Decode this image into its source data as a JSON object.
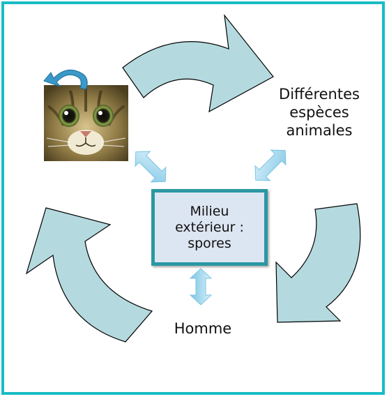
{
  "diagram": {
    "center_label": "Milieu\nextérieur :\nspores",
    "node_species_label": "Différentes\nespèces\nanimales",
    "node_human_label": "Homme",
    "node_cat_image": "cat-face-photo",
    "colors": {
      "frame": "#19bcc4",
      "cycle_arrow_fill": "#b4dadf",
      "cycle_arrow_stroke": "#000000",
      "center_fill": "#dce6f2",
      "center_border": "#2b98a3",
      "double_arrow_fill": "#a6dcef",
      "curl_arrow": "#3a99c8"
    }
  }
}
